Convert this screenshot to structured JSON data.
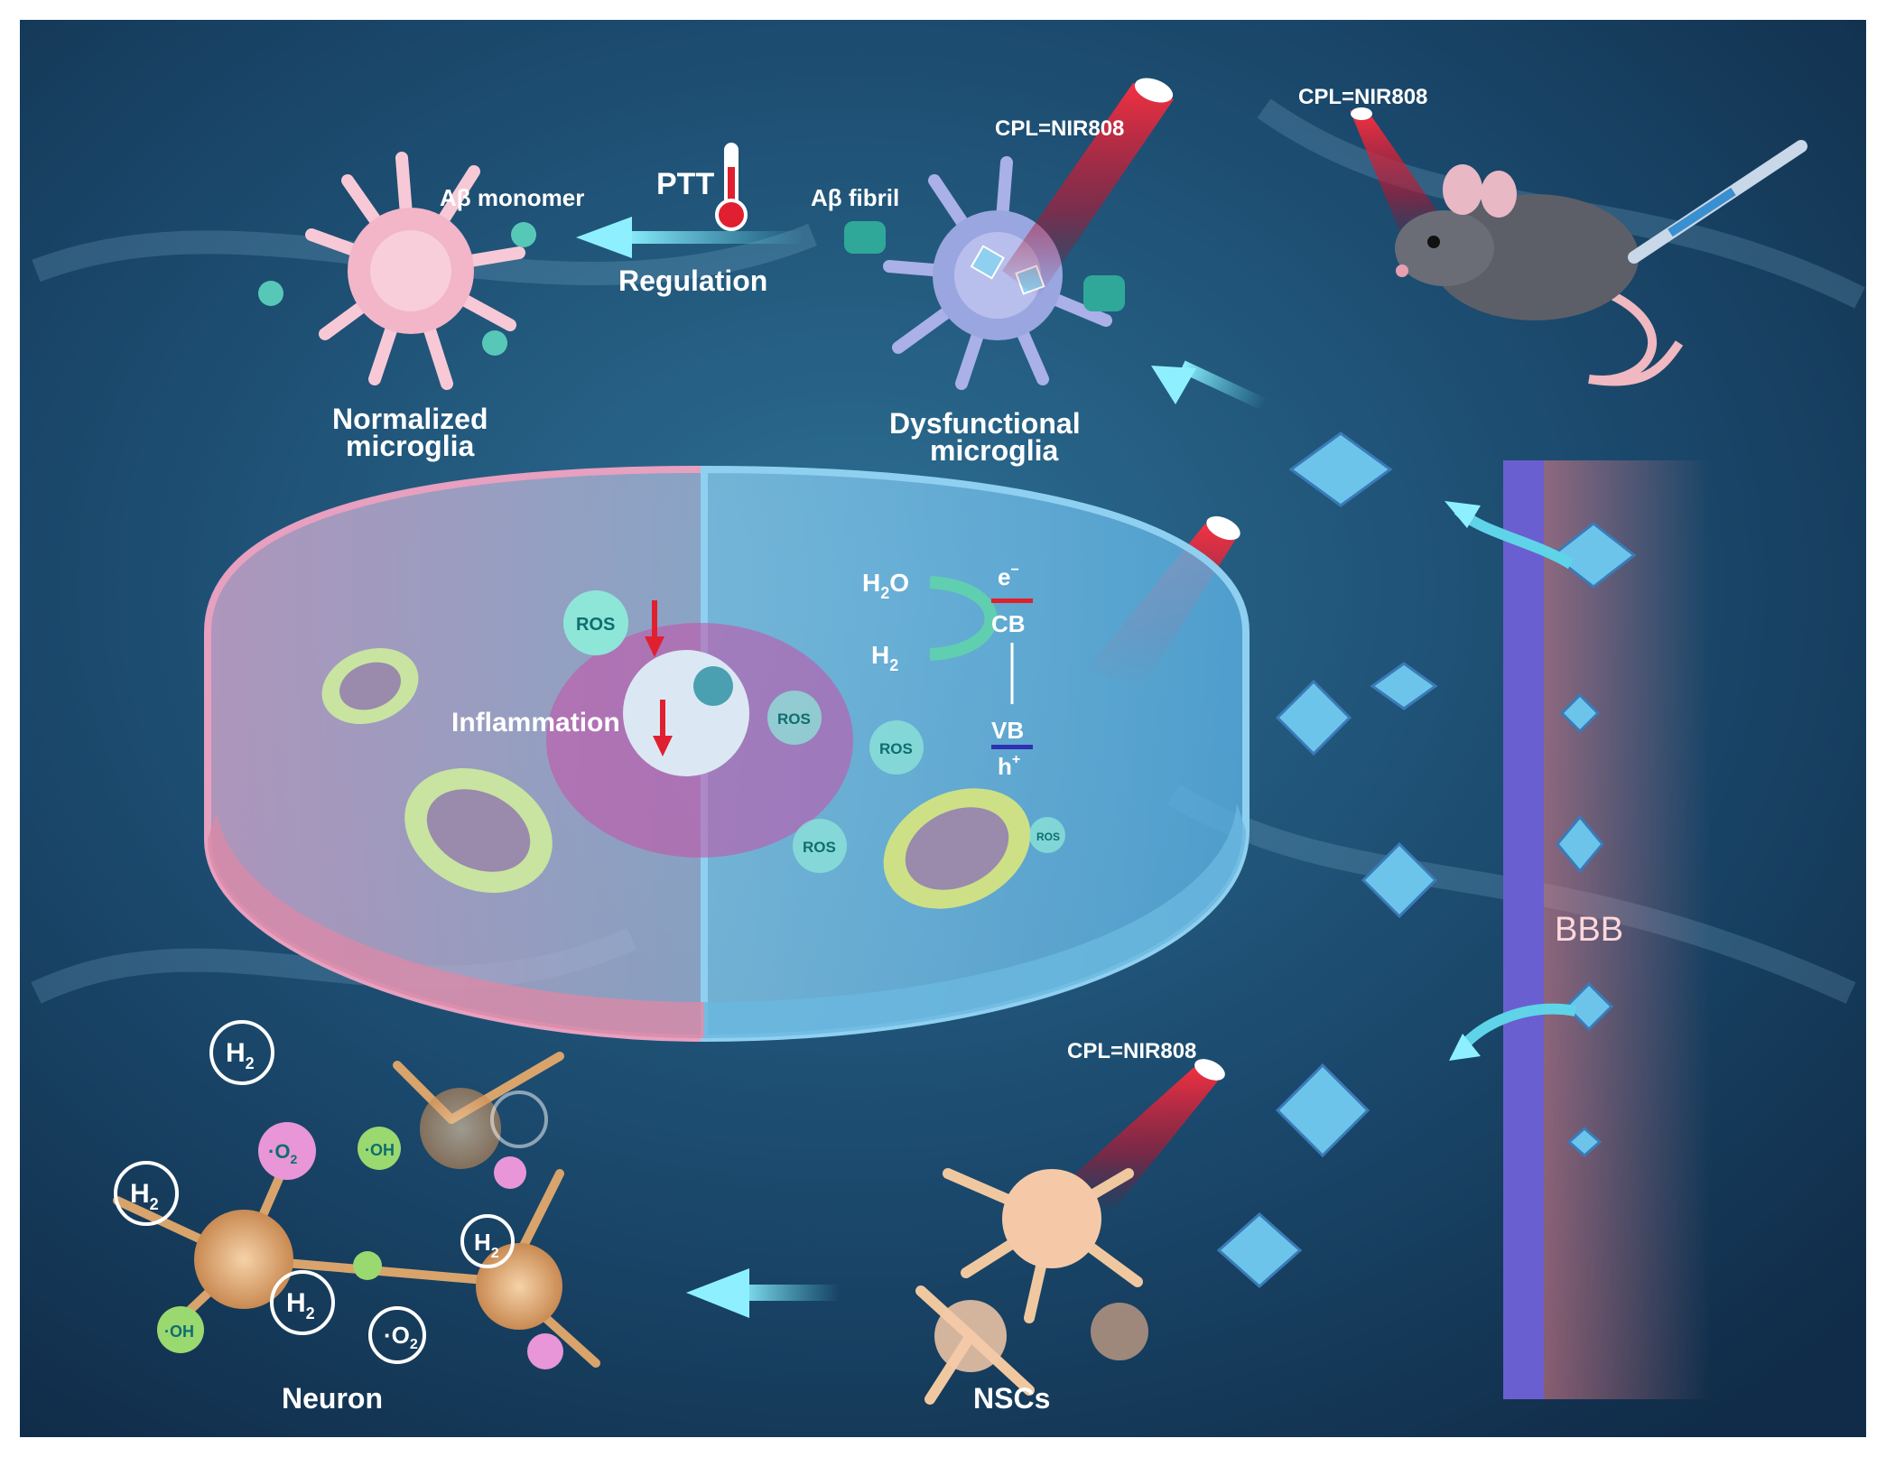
{
  "labels": {
    "ptt": "PTT",
    "abeta_monomer": "Aβ monomer",
    "abeta_fibril": "Aβ fibril",
    "regulation": "Regulation",
    "normalized_microglia_line1": "Normalized",
    "normalized_microglia_line2": "microglia",
    "dysfunctional_microglia_line1": "Dysfunctional",
    "dysfunctional_microglia_line2": "microglia",
    "cpl_top": "CPL=NIR808",
    "cpl_mouse": "CPL=NIR808",
    "cpl_bottom": "CPL=NIR808",
    "inflammation": "Inflammation",
    "h2o": "H",
    "h2o_sub": "2",
    "h2o_tail": "O",
    "h2": "H",
    "h2_sub": "2",
    "electron": "e",
    "electron_sup": "−",
    "cb": "CB",
    "vb": "VB",
    "hole": "h",
    "hole_sup": "+",
    "ros": "ROS",
    "bbb": "BBB",
    "neuron": "Neuron",
    "nscs": "NSCs",
    "oh": "·OH",
    "o2": "·O",
    "o2_sub": "2",
    "h2_bubble": "H",
    "h2_bubble_sub": "2"
  },
  "colors": {
    "background": "#163a5c",
    "background_light": "#2a6a8e",
    "laser_red": "#d0142a",
    "arrow_cyan": "#5fd4e8",
    "microglia_pink": "#f2b6c8",
    "microglia_blue": "#9aa6e0",
    "cell_pink": "#e79bbb",
    "cell_blue": "#8fd0f0",
    "ros_teal": "#8ee6d8",
    "bbb_purple": "#6a5fd0",
    "bbb_pink": "#e0858e",
    "neuron_orange": "#e8b27a",
    "cb_line": "#e0202a",
    "vb_line": "#3030b0"
  }
}
